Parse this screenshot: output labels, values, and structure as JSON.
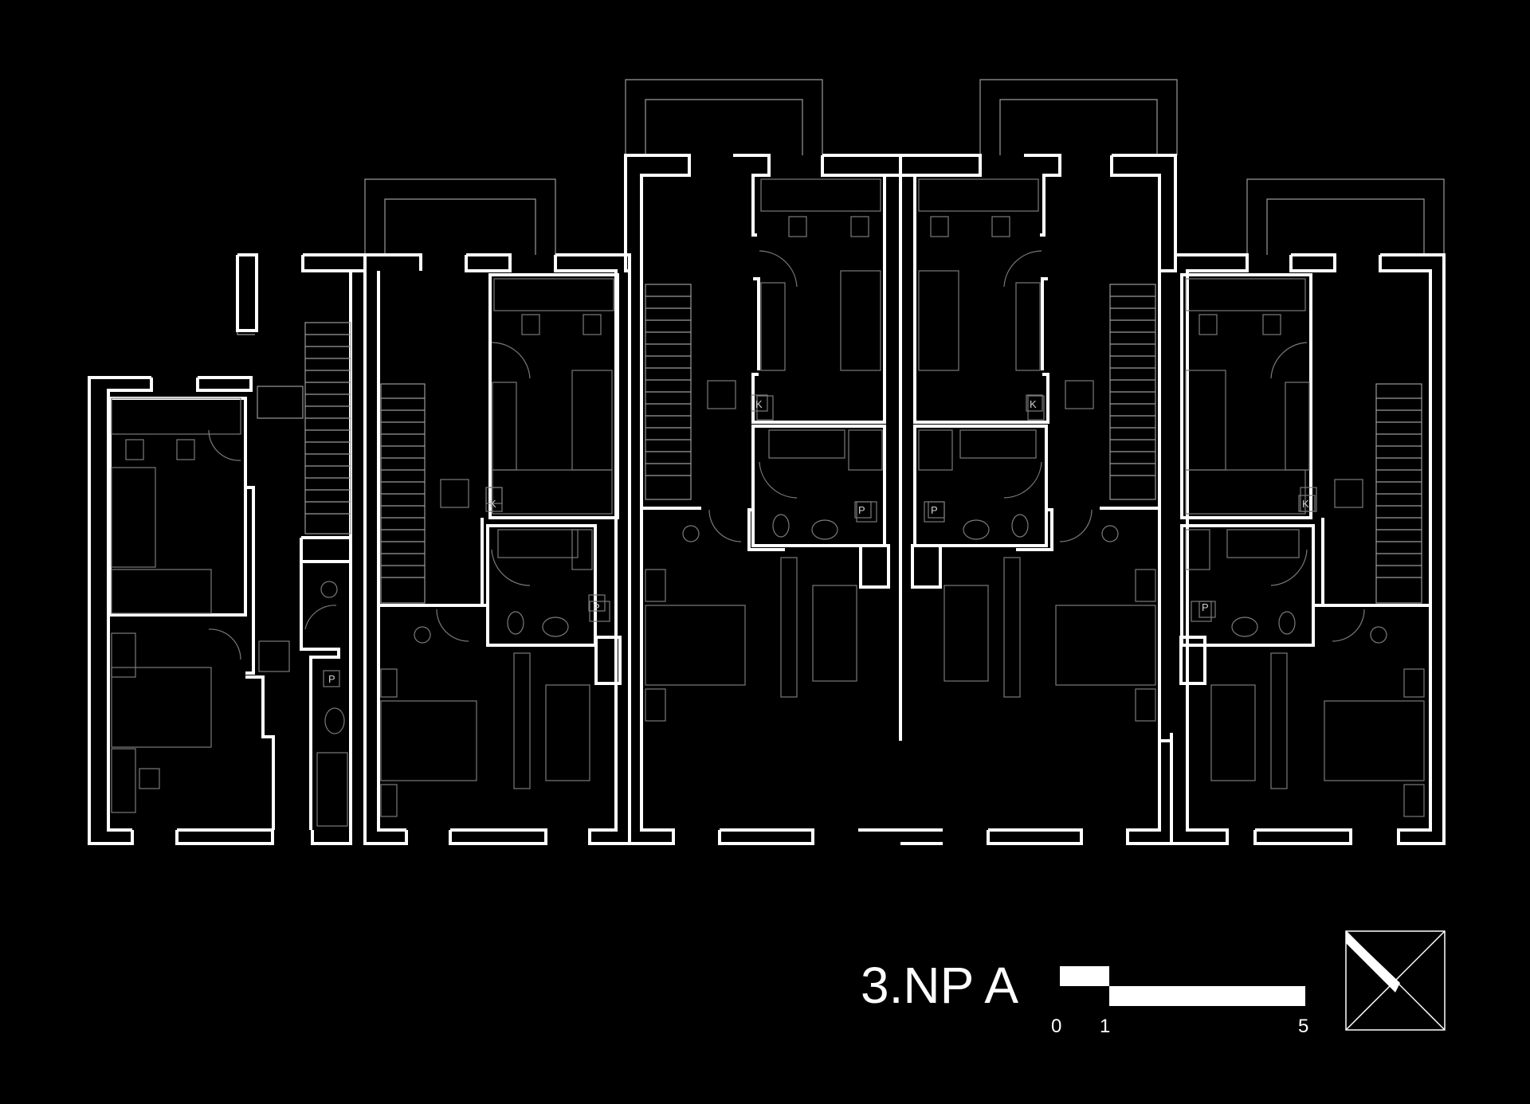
{
  "title": "3.NP A",
  "scale_bar": {
    "labels": [
      "0",
      "1",
      "5"
    ],
    "unit_note": ""
  },
  "room_codes": {
    "k": "K",
    "p": "P"
  },
  "colors": {
    "background": "#000000",
    "walls": "#ffffff",
    "furniture": "#7a7a7a"
  },
  "icons": [
    "north-arrow-icon"
  ]
}
